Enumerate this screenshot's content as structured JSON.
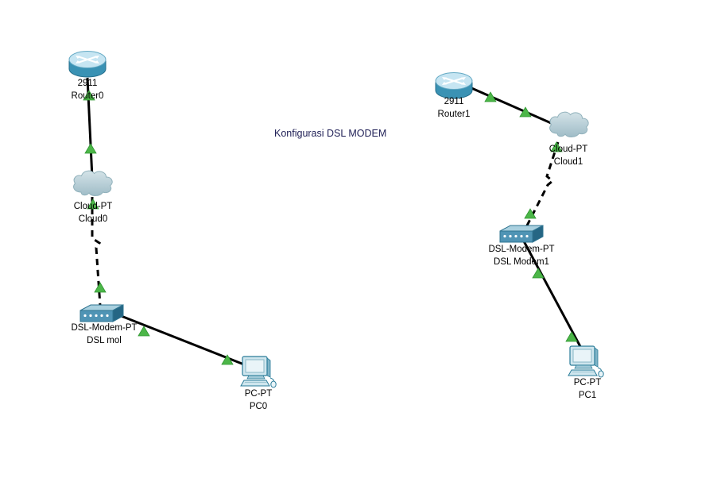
{
  "title": {
    "text": "Konfigurasi DSL MODEM"
  },
  "colors": {
    "link_status_ok": "#4cb648",
    "cable": "#000000",
    "title_text": "#1e1e55"
  },
  "devices": {
    "router0": {
      "model": "2911",
      "name": "Router0"
    },
    "cloud0": {
      "model": "Cloud-PT",
      "name": "Cloud0"
    },
    "modem0": {
      "model": "DSL-Modem-PT",
      "name": "DSL mol"
    },
    "pc0": {
      "model": "PC-PT",
      "name": "PC0"
    },
    "router1": {
      "model": "2911",
      "name": "Router1"
    },
    "cloud1": {
      "model": "Cloud-PT",
      "name": "Cloud1"
    },
    "modem1": {
      "model": "DSL-Modem-PT",
      "name": "DSL Modem1"
    },
    "pc1": {
      "model": "PC-PT",
      "name": "PC1"
    }
  },
  "links": [
    {
      "from": "Router0",
      "to": "Cloud0",
      "type": "copper-straight",
      "status": "up"
    },
    {
      "from": "Cloud0",
      "to": "DSL mol",
      "type": "phone-line",
      "status": "up"
    },
    {
      "from": "DSL mol",
      "to": "PC0",
      "type": "copper-straight",
      "status": "up"
    },
    {
      "from": "Router1",
      "to": "Cloud1",
      "type": "copper-straight",
      "status": "up"
    },
    {
      "from": "Cloud1",
      "to": "DSL Modem1",
      "type": "phone-line",
      "status": "up"
    },
    {
      "from": "DSL Modem1",
      "to": "PC1",
      "type": "copper-straight",
      "status": "up"
    }
  ]
}
